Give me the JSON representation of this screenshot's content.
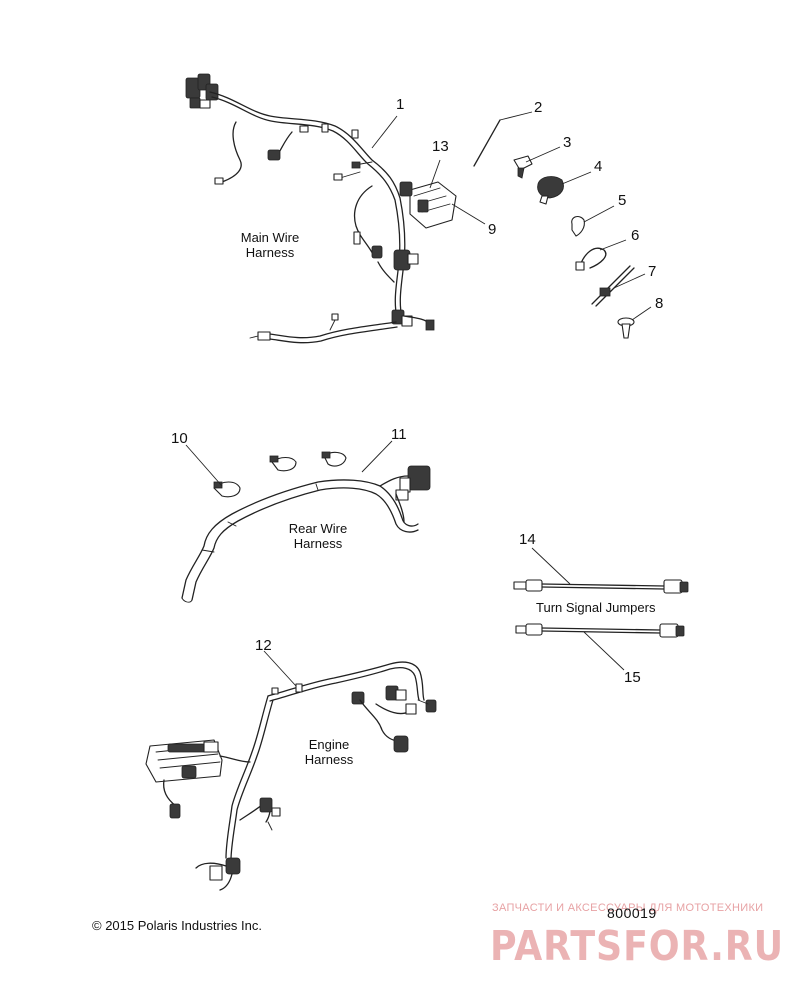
{
  "diagram": {
    "callouts": [
      "1",
      "2",
      "3",
      "4",
      "5",
      "6",
      "7",
      "8",
      "9",
      "10",
      "11",
      "12",
      "13",
      "14",
      "15"
    ],
    "labels": {
      "main_harness": "Main Wire Harness",
      "rear_harness": "Rear Wire Harness",
      "engine_harness": "Engine Harness",
      "turn_signal": "Turn Signal Jumpers"
    },
    "figure_id": "800019",
    "copyright": "© 2015 Polaris Industries Inc."
  },
  "watermark": {
    "tagline": "ЗАПЧАСТИ И АКСЕССУАРЫ ДЛЯ МОТОТЕХНИКИ",
    "logo_text": "PARTSFOR.RU",
    "color": "#e8a6a8"
  },
  "colors": {
    "line": "#222222",
    "fill": "#ffffff",
    "shade": "#444444"
  }
}
